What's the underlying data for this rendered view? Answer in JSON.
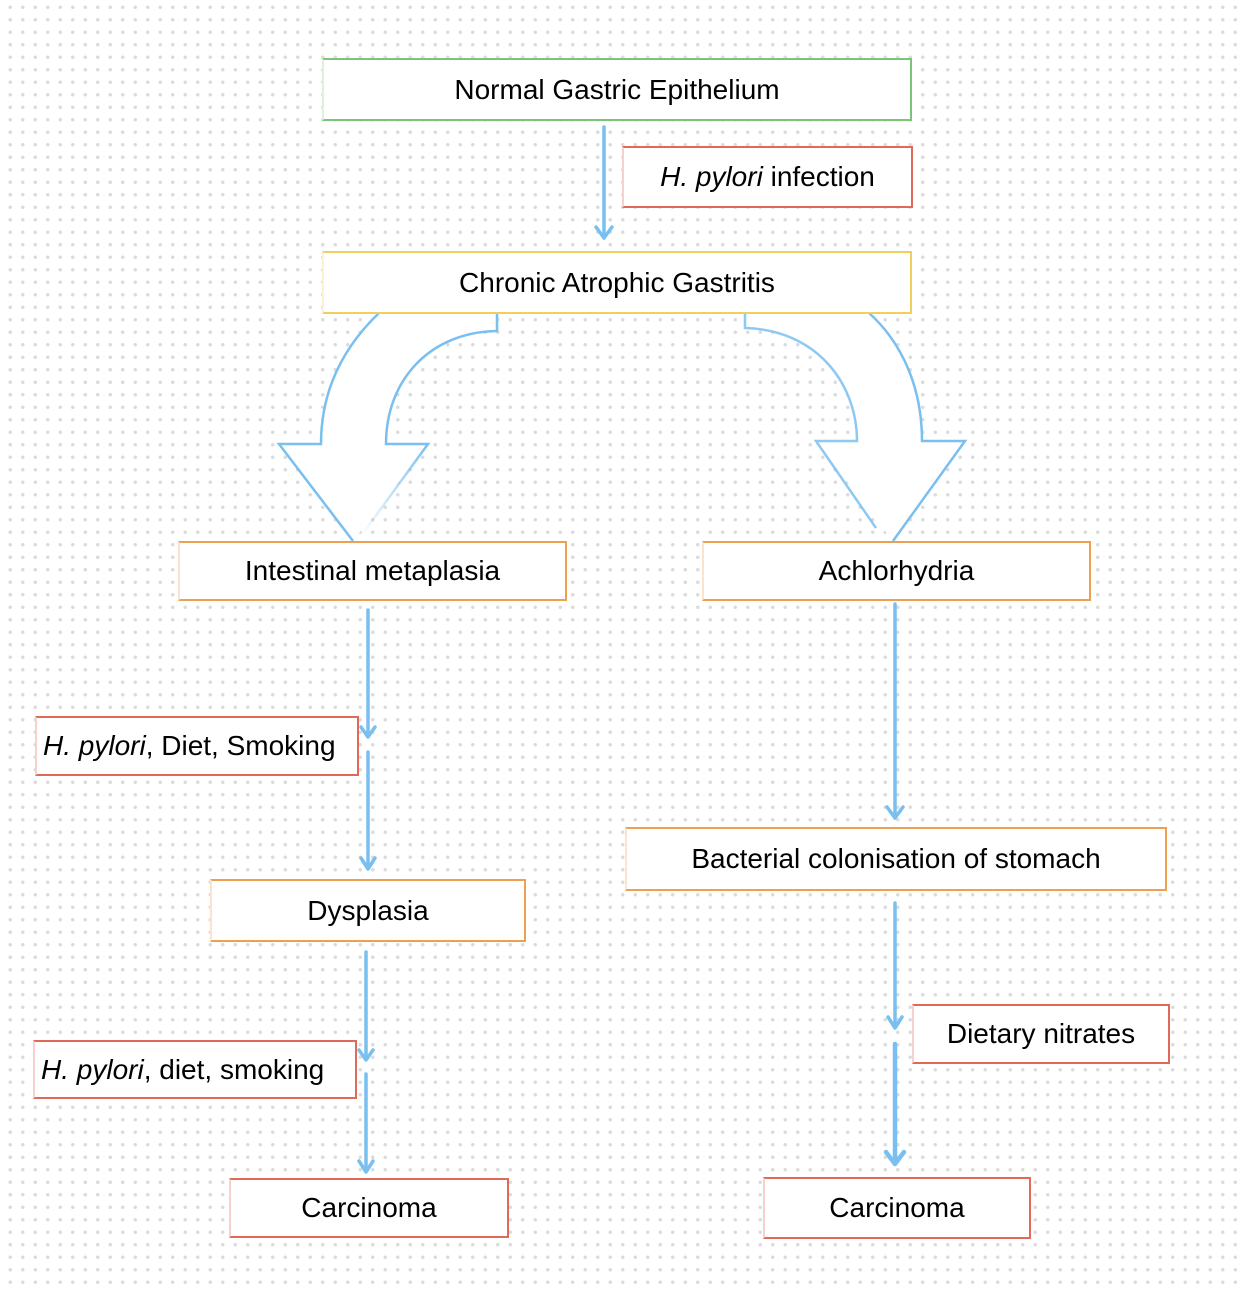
{
  "colors": {
    "arrow": "#79bff0",
    "stage_start": "#7cc47a",
    "stage_intermediate_primary": "#f0cf5e",
    "stage_intermediate": "#eba052",
    "outcome_and_factor": "#df6a5a"
  },
  "nodes": {
    "normal_epithelium": "Normal Gastric Epithelium",
    "chronic_atrophic_gastritis": "Chronic Atrophic Gastritis",
    "intestinal_metaplasia": "Intestinal metaplasia",
    "achlorhydria": "Achlorhydria",
    "dysplasia": "Dysplasia",
    "bacterial_colonisation": "Bacterial colonisation of stomach",
    "carcinoma_left": "Carcinoma",
    "carcinoma_right": "Carcinoma"
  },
  "factors": {
    "infection": {
      "italic": "H. pylori",
      "rest": " infection"
    },
    "left_factor_1": {
      "italic": "H. pylori",
      "rest": ", Diet, Smoking"
    },
    "left_factor_2": {
      "italic": "H. pylori",
      "rest": ", diet, smoking"
    },
    "dietary_nitrates": "Dietary nitrates"
  },
  "edges": [
    {
      "from": "Normal Gastric Epithelium",
      "to": "Chronic Atrophic Gastritis",
      "label": "H. pylori infection"
    },
    {
      "from": "Chronic Atrophic Gastritis",
      "to": "Intestinal metaplasia",
      "style": "block-arrow"
    },
    {
      "from": "Chronic Atrophic Gastritis",
      "to": "Achlorhydria",
      "style": "block-arrow"
    },
    {
      "from": "Intestinal metaplasia",
      "to": "Dysplasia",
      "label": "H. pylori, Diet, Smoking"
    },
    {
      "from": "Dysplasia",
      "to": "Carcinoma",
      "label": "H. pylori, diet, smoking"
    },
    {
      "from": "Achlorhydria",
      "to": "Bacterial colonisation of stomach"
    },
    {
      "from": "Bacterial colonisation of stomach",
      "to": "Carcinoma",
      "label": "Dietary nitrates"
    }
  ]
}
